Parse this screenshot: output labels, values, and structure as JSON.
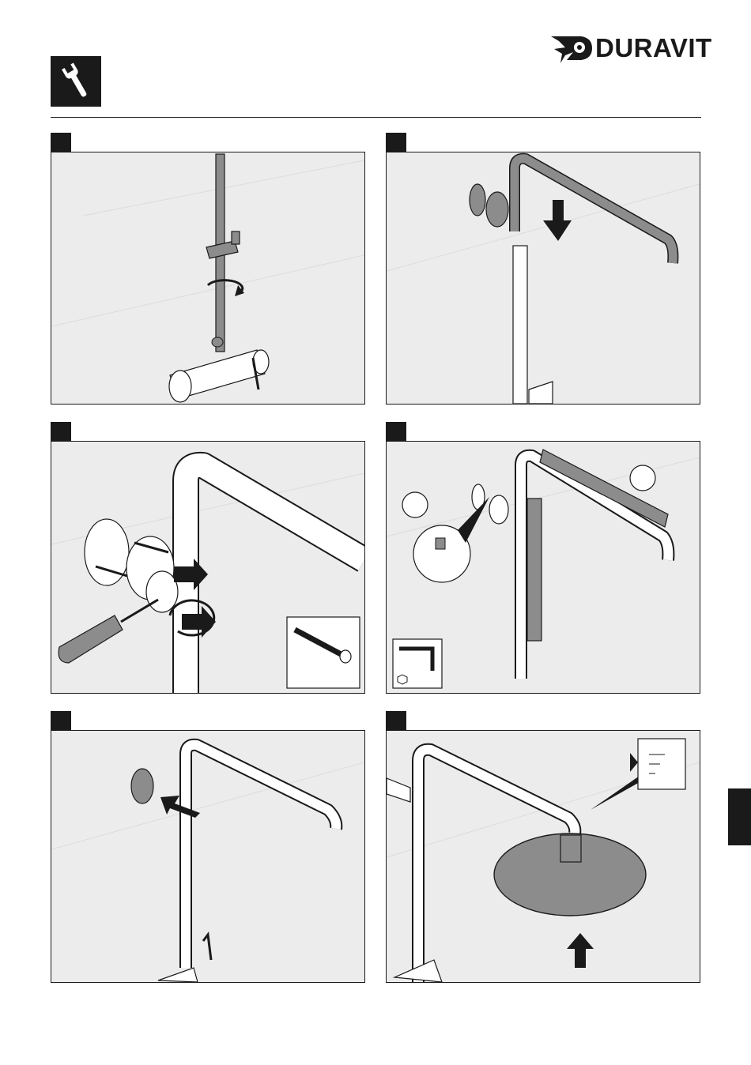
{
  "brand": {
    "name": "DURAVIT",
    "icon": "wrench-icon"
  },
  "steps": [
    {
      "number": "",
      "illustration": "screw-pipe-into-thermostat"
    },
    {
      "number": "",
      "illustration": "insert-shower-arm"
    },
    {
      "number": "",
      "illustration": "screw-wall-bracket"
    },
    {
      "number": "",
      "illustration": "align-with-level-and-tighten-set-screw",
      "tool_icon": "hex-key-icon"
    },
    {
      "number": "",
      "illustration": "push-cover-rosette"
    },
    {
      "number": "",
      "illustration": "mount-rain-shower-head",
      "reference_icon": "document-icon"
    }
  ],
  "colors": {
    "panel_bg": "#ececec",
    "part_grey": "#8c8c8c",
    "ink": "#1a1a1a"
  }
}
